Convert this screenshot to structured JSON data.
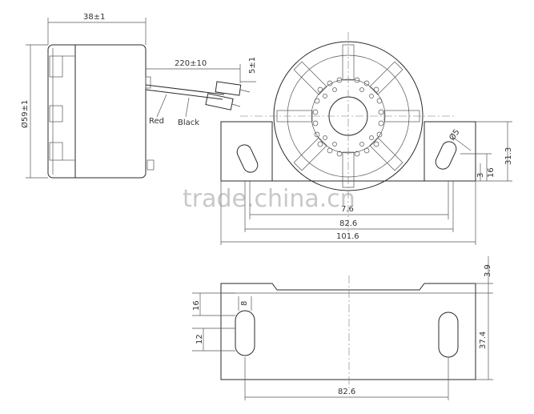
{
  "dimensions": {
    "side_width": "38±1",
    "diameter": "Ø59±1",
    "lead_length": "220±10",
    "strip_length": "5±1",
    "hole_dia": "Ø5",
    "height_31": "31.3",
    "height_16": "16",
    "height_3": "3",
    "width_inner": "7.6",
    "width_826": "82.6",
    "width_1016": "101.6",
    "bottom_39": "3.9",
    "bottom_16": "16",
    "bottom_8": "8",
    "bottom_12": "12",
    "bottom_374": "37.4",
    "bottom_826": "82.6"
  },
  "wire_labels": {
    "red": "Red",
    "black": "Black"
  },
  "watermark": "trade.china.cn",
  "colors": {
    "line": "#2a2a2a",
    "watermark": "#9a9a9a"
  }
}
